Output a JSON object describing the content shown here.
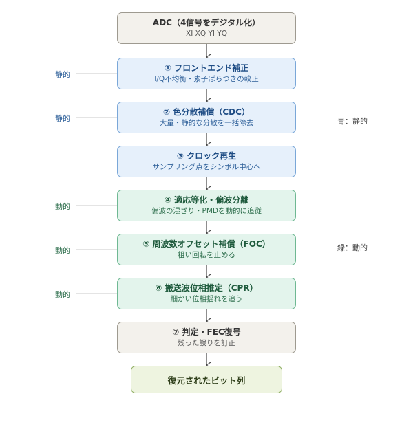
{
  "steps": [
    {
      "title": "ADC（4信号をデジタル化）",
      "sub": "XI XQ YI YQ"
    },
    {
      "title": "① フロントエンド補正",
      "sub": "I/Q不均衡・素子ばらつきの較正"
    },
    {
      "title": "② 色分散補償（CDC）",
      "sub": "大量・静的な分散を一括除去"
    },
    {
      "title": "③ クロック再生",
      "sub": "サンプリング点をシンボル中心へ"
    },
    {
      "title": "④ 適応等化・偏波分離",
      "sub": "偏波の混ざり・PMDを動的に追従"
    },
    {
      "title": "⑤ 周波数オフセット補償（FOC）",
      "sub": "粗い回転を止める"
    },
    {
      "title": "⑥ 搬送波位相推定（CPR）",
      "sub": "細かい位相揺れを追う"
    },
    {
      "title": "⑦ 判定・FEC復号",
      "sub": "残った誤りを訂正"
    }
  ],
  "final": "復元されたビット列",
  "side_labels": {
    "s1": "静的",
    "s2": "静的",
    "s4": "動的",
    "s5": "動的",
    "s6": "動的"
  },
  "legend": {
    "blue": "青：静的",
    "green": "緑：動的"
  },
  "colors": {
    "static_box": "#e6f0fb",
    "dynamic_box": "#e3f4ec",
    "neutral_box": "#f3f1ec",
    "output_box": "#eef4e0"
  }
}
